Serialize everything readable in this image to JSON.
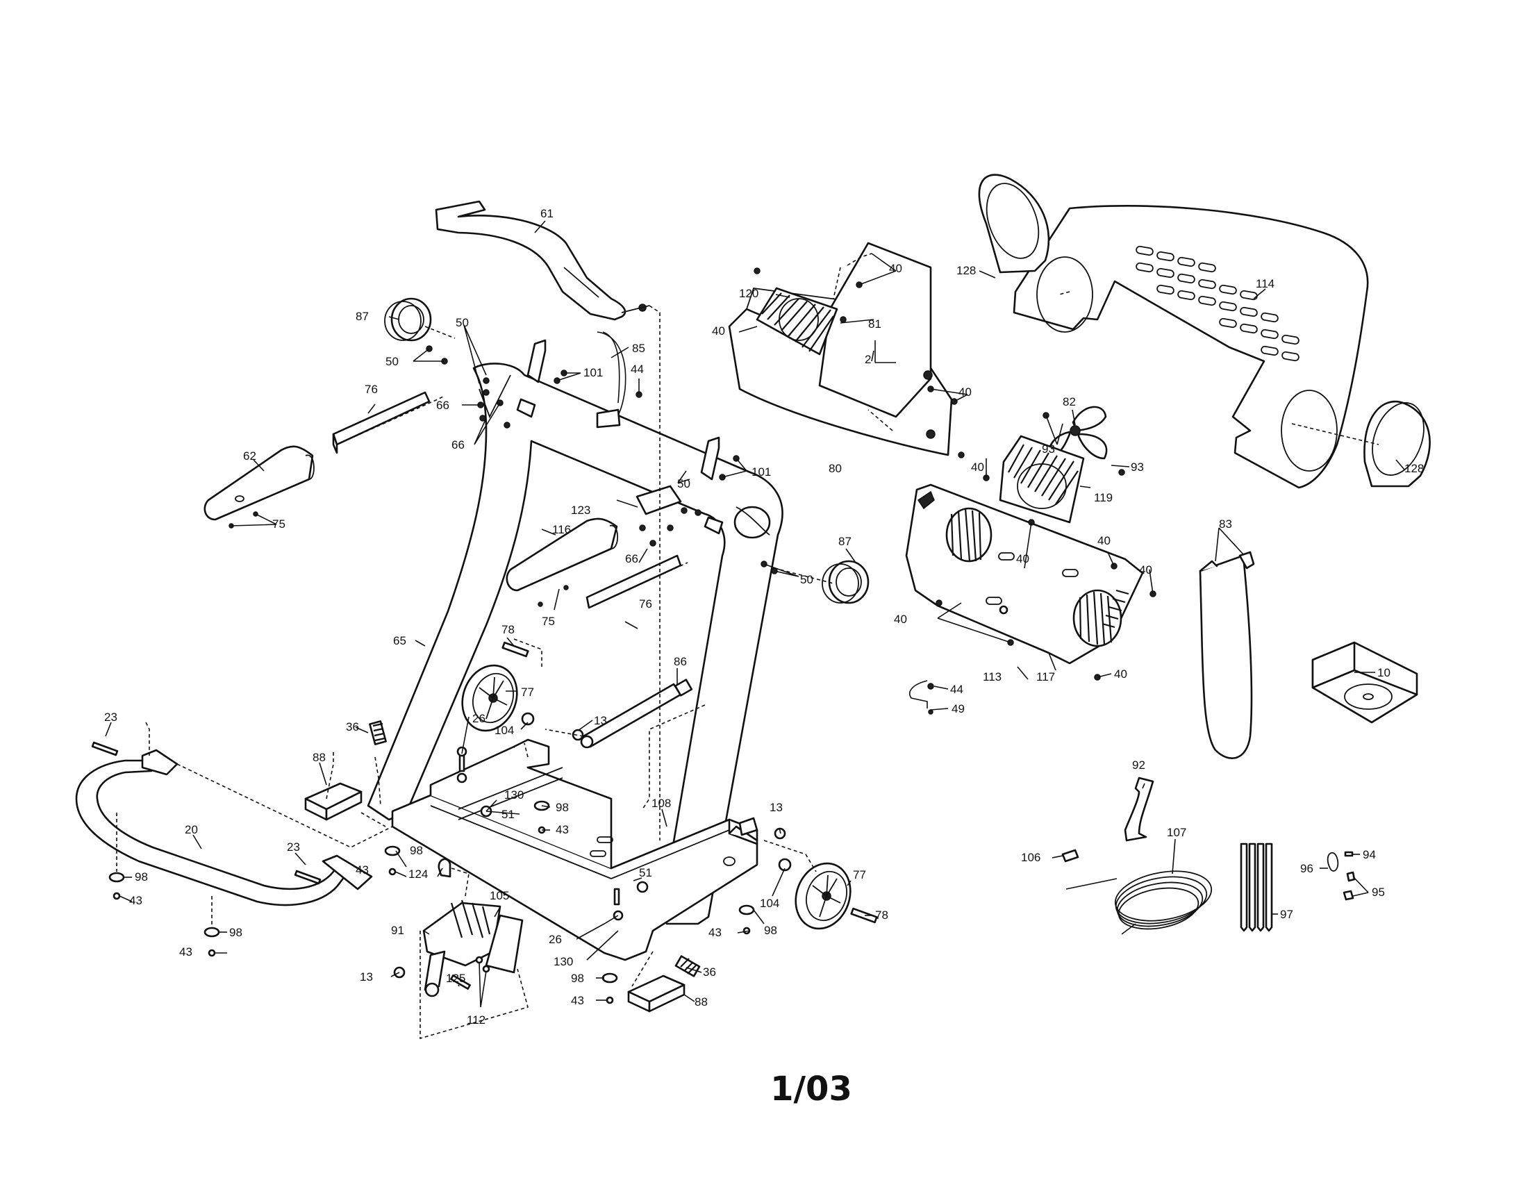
{
  "footer_text": "1/03",
  "labels": {
    "l61": "61",
    "l87a": "87",
    "l50a": "50",
    "l50b": "50",
    "l85": "85",
    "l101a": "101",
    "l44a": "44",
    "l76a": "76",
    "l66a": "66",
    "l66b": "66",
    "l62": "62",
    "l75a": "75",
    "l120": "120",
    "l40a": "40",
    "l40b": "40",
    "l81": "81",
    "l2": "2",
    "l40c": "40",
    "l80": "80",
    "l128a": "128",
    "l114": "114",
    "l128b": "128",
    "l82": "82",
    "l93a": "93",
    "l93b": "93",
    "l101b": "101",
    "l50c": "50",
    "l123": "123",
    "l116": "116",
    "l66c": "66",
    "l75b": "75",
    "l76b": "76",
    "l50d": "50",
    "l87b": "87",
    "l40d": "40",
    "l119": "119",
    "l40e": "40",
    "l40f": "40",
    "l40g": "40",
    "l40h": "40",
    "l40i": "40",
    "l113": "113",
    "l117": "117",
    "l83": "83",
    "l10": "10",
    "l44b": "44",
    "l49": "49",
    "l78a": "78",
    "l77a": "77",
    "l86": "86",
    "l65": "65",
    "l36a": "36",
    "l26a": "26",
    "l104a": "104",
    "l13a": "13",
    "l23a": "23",
    "l88a": "88",
    "l130a": "130",
    "l51a": "51",
    "l98a": "98",
    "l43a": "43",
    "l108": "108",
    "l13b": "13",
    "l20": "20",
    "l98b": "98",
    "l43b": "43",
    "l98c": "98",
    "l43c": "43",
    "l23b": "23",
    "l98d": "98",
    "l43d": "43",
    "l124": "124",
    "l105": "105",
    "l91": "91",
    "l51b": "51",
    "l26b": "26",
    "l130b": "130",
    "l77b": "77",
    "l104b": "104",
    "l78b": "78",
    "l98e": "98",
    "l43e": "43",
    "l13c": "13",
    "l125": "125",
    "l112": "112",
    "l36b": "36",
    "l98f": "98",
    "l43f": "43",
    "l88b": "88",
    "l92": "92",
    "l107": "107",
    "l106": "106",
    "l97": "97",
    "l96": "96",
    "l94": "94",
    "l95": "95"
  }
}
